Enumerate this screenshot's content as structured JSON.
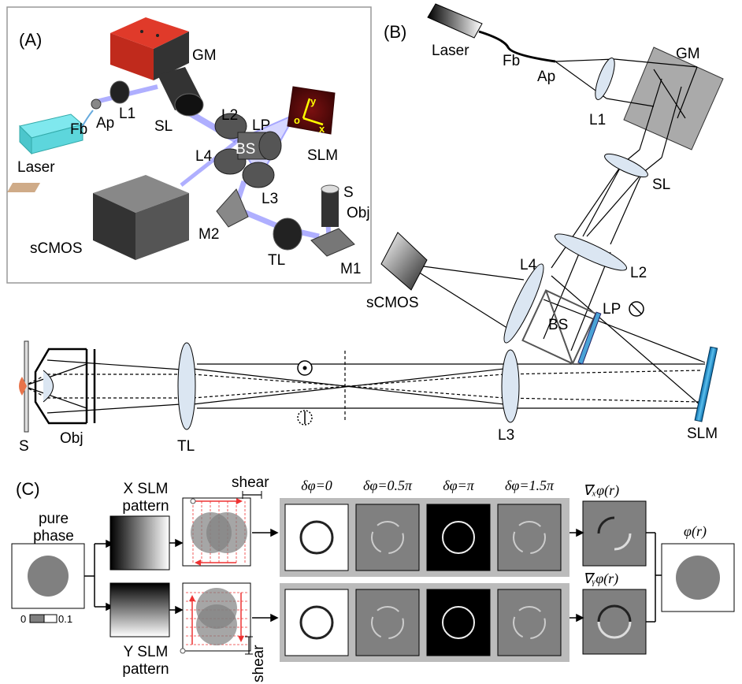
{
  "panel_a": {
    "label": "(A)",
    "components": {
      "gm": "GM",
      "ap": "Ap",
      "l1": "L1",
      "sl": "SL",
      "l2": "L2",
      "lp": "LP",
      "bs": "BS",
      "slm": "SLM",
      "l4": "L4",
      "fb": "Fb",
      "laser": "Laser",
      "l3": "L3",
      "s": "S",
      "obj": "Obj",
      "m2": "M2",
      "scmos": "sCMOS",
      "tl": "TL",
      "m1": "M1"
    },
    "axes": {
      "y": "y",
      "o": "o",
      "x": "x"
    }
  },
  "panel_b": {
    "label": "(B)",
    "components": {
      "laser": "Laser",
      "fb": "Fb",
      "ap": "Ap",
      "gm": "GM",
      "l1": "L1",
      "sl": "SL",
      "l2": "L2",
      "l4": "L4",
      "scmos": "sCMOS",
      "lp": "LP",
      "bs": "BS",
      "l3": "L3",
      "slm": "SLM",
      "s": "S",
      "obj": "Obj",
      "tl": "TL"
    }
  },
  "panel_c": {
    "label": "(C)",
    "pure_phase_line1": "pure",
    "pure_phase_line2": "phase",
    "scale_min": "0",
    "scale_max": "0.1",
    "x_slm_line1": "X SLM",
    "x_slm_line2": "pattern",
    "y_slm_line1": "Y SLM",
    "y_slm_line2": "pattern",
    "shear_top": "shear",
    "shear_bottom": "shear",
    "phase_steps": [
      "δφ=0",
      "δφ=0.5π",
      "δφ=π",
      "δφ=1.5π"
    ],
    "grad_x": "∇ₓφ(r)",
    "grad_y": "∇ᵧφ(r)",
    "phi_r": "φ(r)"
  }
}
